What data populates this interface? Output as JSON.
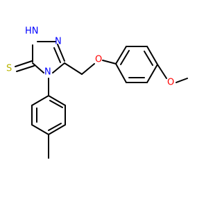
{
  "molecule": {
    "atom_labels": {
      "nh": "HN",
      "n_top_right": "N",
      "n_ring_bottom": "N",
      "s": "S",
      "o_ether": "O",
      "o_methoxy": "O"
    },
    "colors": {
      "nitrogen": "#0000ff",
      "sulfur": "#b8b400",
      "oxygen": "#ff0000",
      "bond": "#000000",
      "background": "#ffffff"
    }
  }
}
